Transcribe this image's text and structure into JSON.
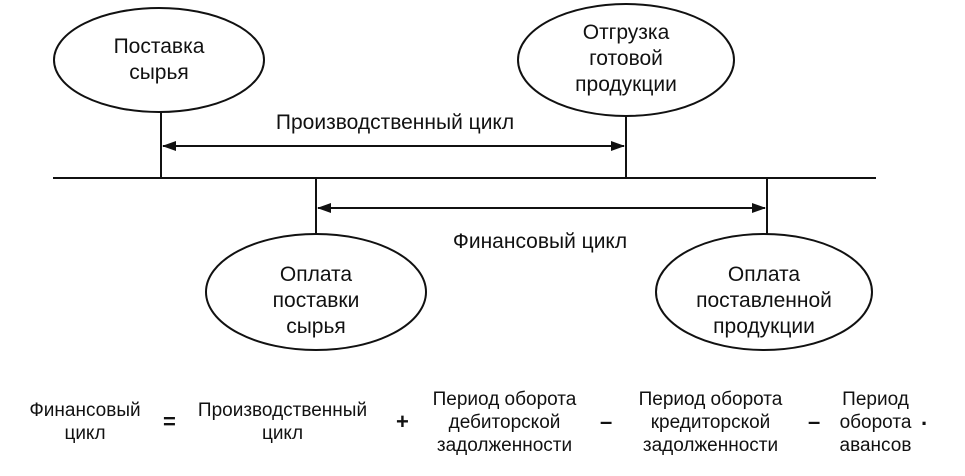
{
  "diagram": {
    "events": {
      "supply_raw": "Поставка\nсырья",
      "shipment": "Отгрузка\nготовой\nпродукции",
      "pay_supply": "Оплата\nпоставки\nсырья",
      "pay_delivered": "Оплата\nпоставленной\nпродукции"
    },
    "production_cycle": "Производственный цикл",
    "financial_cycle": "Финансовый цикл"
  },
  "formula": {
    "result": "Финансовый\nцикл",
    "eq": "=",
    "term1": "Производственный\nцикл",
    "op1": "+",
    "term2": "Период оборота\nдебиторской\nзадолженности",
    "op2": "–",
    "term3": "Период оборота\nкредиторской\nзадолженности",
    "op3": "–",
    "term4": "Период\nоборота\nавансов",
    "end": "."
  }
}
